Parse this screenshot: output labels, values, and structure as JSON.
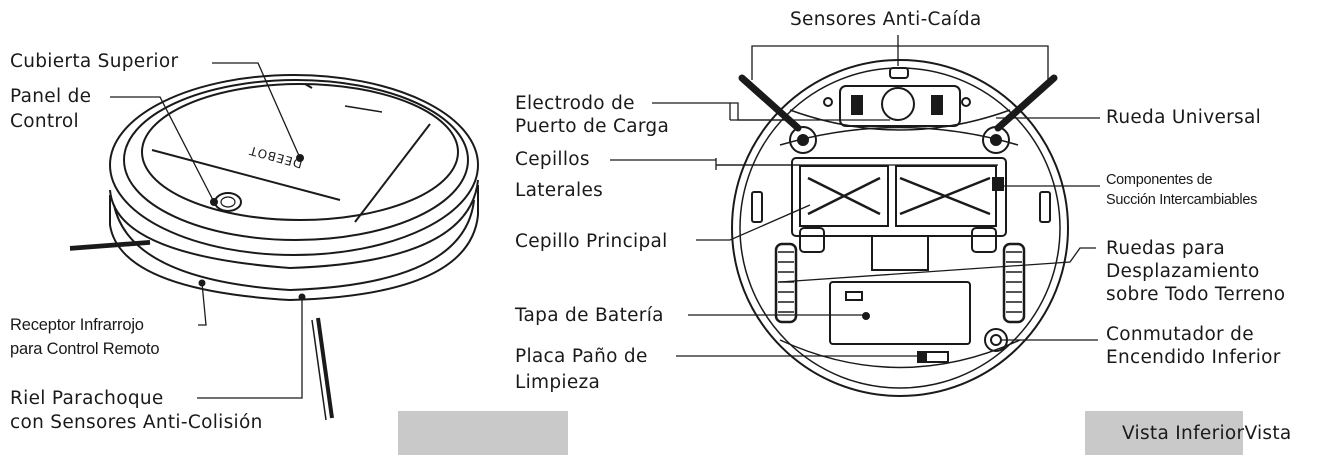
{
  "top_view_labels": {
    "top_cover": "Cubierta Superior",
    "control_panel_line1": "Panel de",
    "control_panel_line2": "Control",
    "ir_receiver_line1": "Receptor Infrarrojo",
    "ir_receiver_line2": "para Control Remoto",
    "bumper_line1": "Riel Parachoque",
    "bumper_line2": "con Sensores Anti-Colisión",
    "logo": "DEEBOT"
  },
  "bottom_view_labels": {
    "cliff_sensors": "Sensores Anti-Caída",
    "charge_electrode_line1": "Electrodo de",
    "charge_electrode_line2": "Puerto de Carga",
    "side_brushes_line1": "Cepillos",
    "side_brushes_line2": "Laterales",
    "main_brush": "Cepillo Principal",
    "battery_cover": "Tapa de Batería",
    "mop_plate_line1": "Placa Paño de",
    "mop_plate_line2": "Limpieza",
    "universal_wheel": "Rueda Universal",
    "suction_line1": "Componentes de",
    "suction_line2": "Succión Intercambiables",
    "terrain_wheels_line1": "Ruedas para",
    "terrain_wheels_line2": "Desplazamiento",
    "terrain_wheels_line3": "sobre Todo Terreno",
    "bottom_switch_line1": "Conmutador de",
    "bottom_switch_line2": "Encendido Inferior"
  },
  "view_tabs": {
    "left_tab": "",
    "right_tab": "Vista InferiorVista"
  },
  "colors": {
    "line": "#1a1a1a",
    "tab_gray": "#c9c9c9"
  }
}
